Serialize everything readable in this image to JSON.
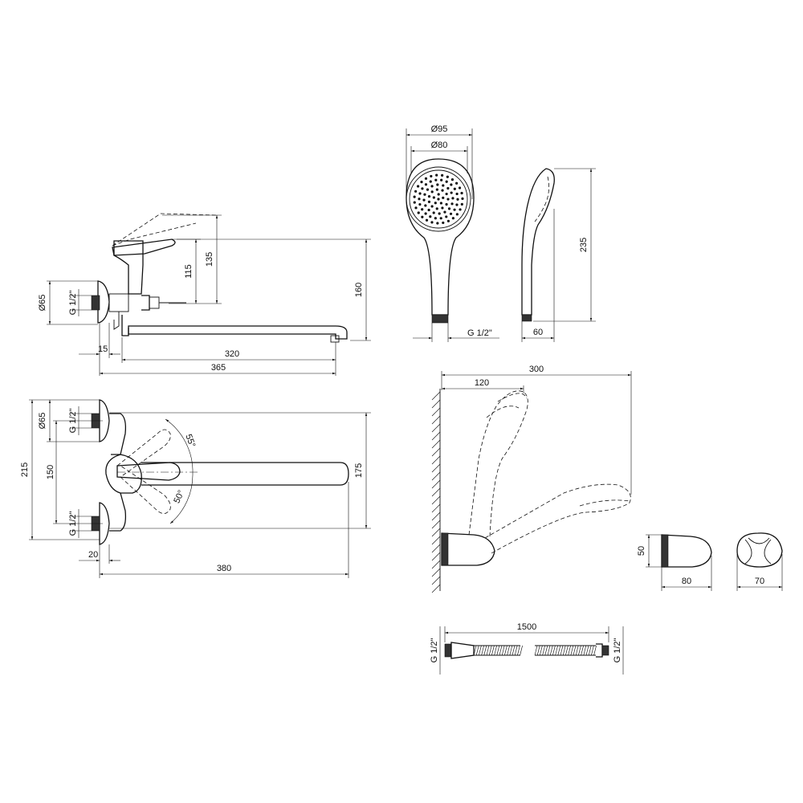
{
  "side_view": {
    "dim_diameter": "Ø65",
    "dim_thread": "G 1/2\"",
    "dim_115": "115",
    "dim_135": "135",
    "dim_160": "160",
    "dim_15": "15",
    "dim_320": "320",
    "dim_365": "365"
  },
  "top_view": {
    "dim_diameter": "Ø65",
    "dim_thread_top": "G 1/2\"",
    "dim_thread_bottom": "G 1/2\"",
    "dim_215": "215",
    "dim_150": "150",
    "dim_175": "175",
    "dim_20": "20",
    "dim_380": "380",
    "angle_55": "55°",
    "angle_50": "50°"
  },
  "hand_shower": {
    "dim_95": "Ø95",
    "dim_80": "Ø80",
    "dim_235": "235",
    "dim_60": "60",
    "dim_thread": "G 1/2\""
  },
  "wall_mount": {
    "dim_300": "300",
    "dim_120": "120"
  },
  "holder": {
    "dim_50": "50",
    "dim_80": "80",
    "dim_70": "70"
  },
  "hose": {
    "dim_1500": "1500",
    "dim_thread_left": "G 1/2\"",
    "dim_thread_right": "G 1/2\""
  }
}
